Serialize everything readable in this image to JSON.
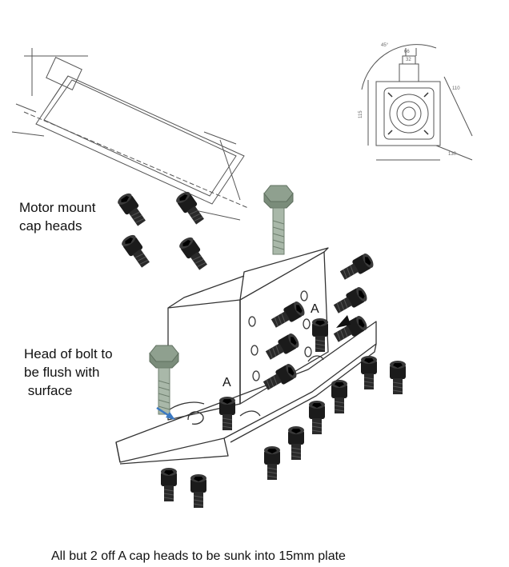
{
  "labels": {
    "motor_mount": [
      "Motor mount",
      "cap heads"
    ],
    "bolt_head": [
      "Head of bolt to",
      "be flush with",
      " surface"
    ],
    "caption": "All but 2 off A cap heads to be sunk into 15mm plate",
    "marker_a": "A"
  },
  "dimensions": {
    "angle": "45°",
    "d1": "66",
    "d2": "32",
    "d3": "110",
    "d4": "115",
    "d5": "130"
  },
  "colors": {
    "sketch": "#333333",
    "cap_screw": "#1b1b1b",
    "bolt_steel": "#8fa08f",
    "arrow": "#3a78c2"
  }
}
